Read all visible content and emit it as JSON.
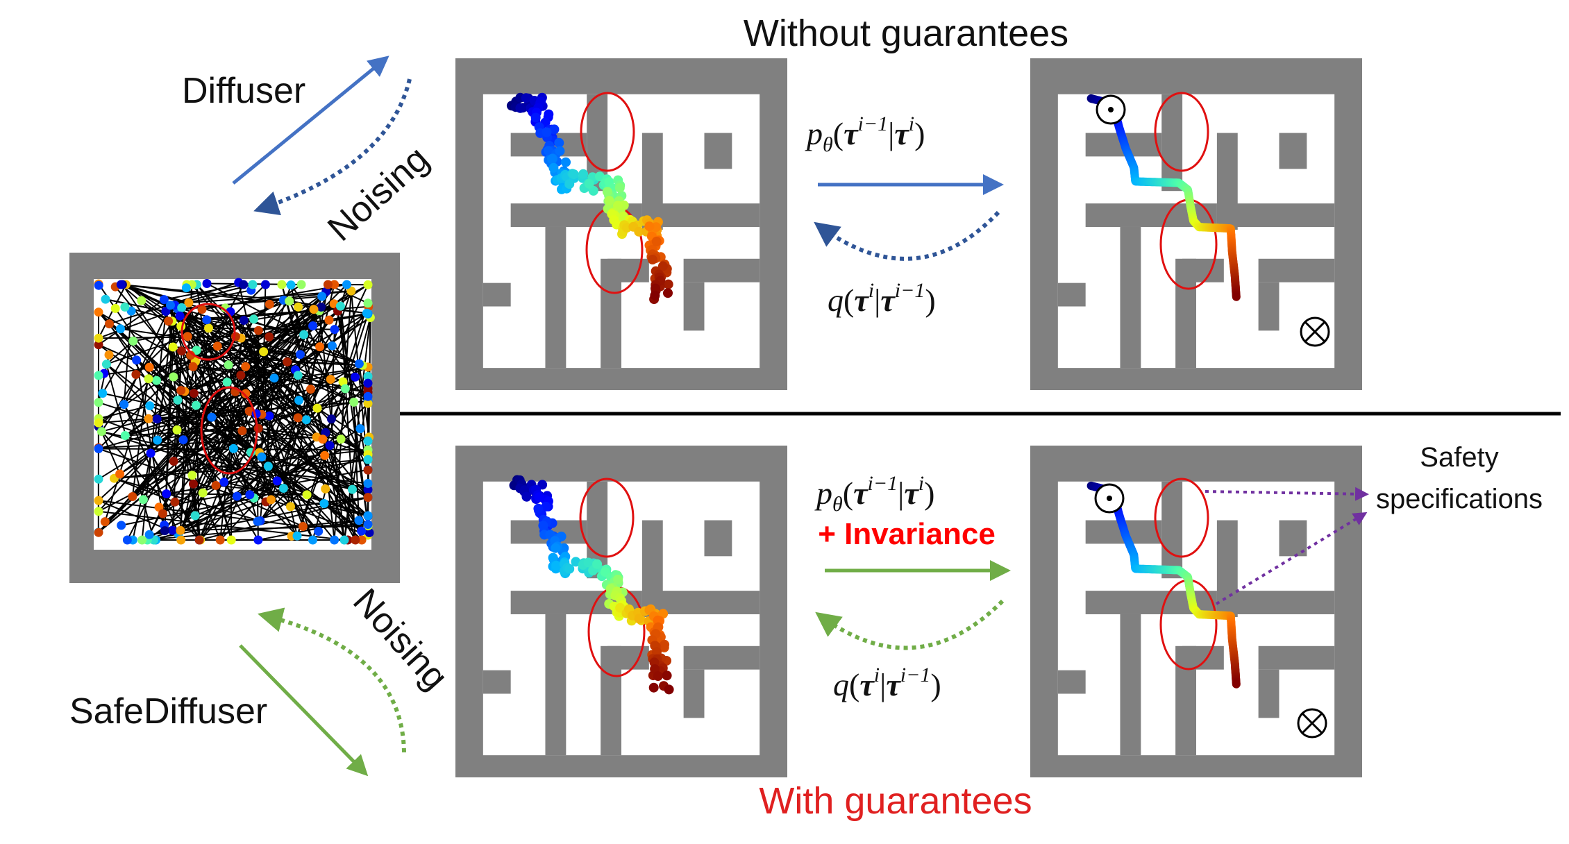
{
  "labels": {
    "top_title": "Without guarantees",
    "bottom_title": "With guarantees",
    "diffuser": "Diffuser",
    "safediffuser": "SafeDiffuser",
    "noising_top": "Noising",
    "noising_bottom": "Noising",
    "invariance": "+ Invariance",
    "safety_line1": "Safety",
    "safety_line2": "specifications"
  },
  "math": {
    "reverse": {
      "p": "p",
      "theta": "θ",
      "open": "(",
      "tau": "τ",
      "sup_prev": "i−1",
      "bar": "|",
      "sup_cur": "i",
      "close": ")"
    },
    "forward": {
      "q": "q",
      "open": "(",
      "tau": "τ",
      "sup_cur": "i",
      "bar": "|",
      "sup_prev": "i−1",
      "close": ")"
    }
  },
  "icons": {
    "start": "circle-dot-icon",
    "goal": "circle-times-icon"
  },
  "colors": {
    "maze_wall": "#808080",
    "maze_floor": "#ffffff",
    "diffuser_arrow": "#4472c4",
    "diffuser_noise_arrow": "#2f5597",
    "safediffuser_arrow": "#70ad47",
    "safety_arrow": "#7030a0",
    "constraint_ellipse": "#e01010",
    "guarantee_text": "#e02020",
    "invariance_text": "#ff0000"
  }
}
